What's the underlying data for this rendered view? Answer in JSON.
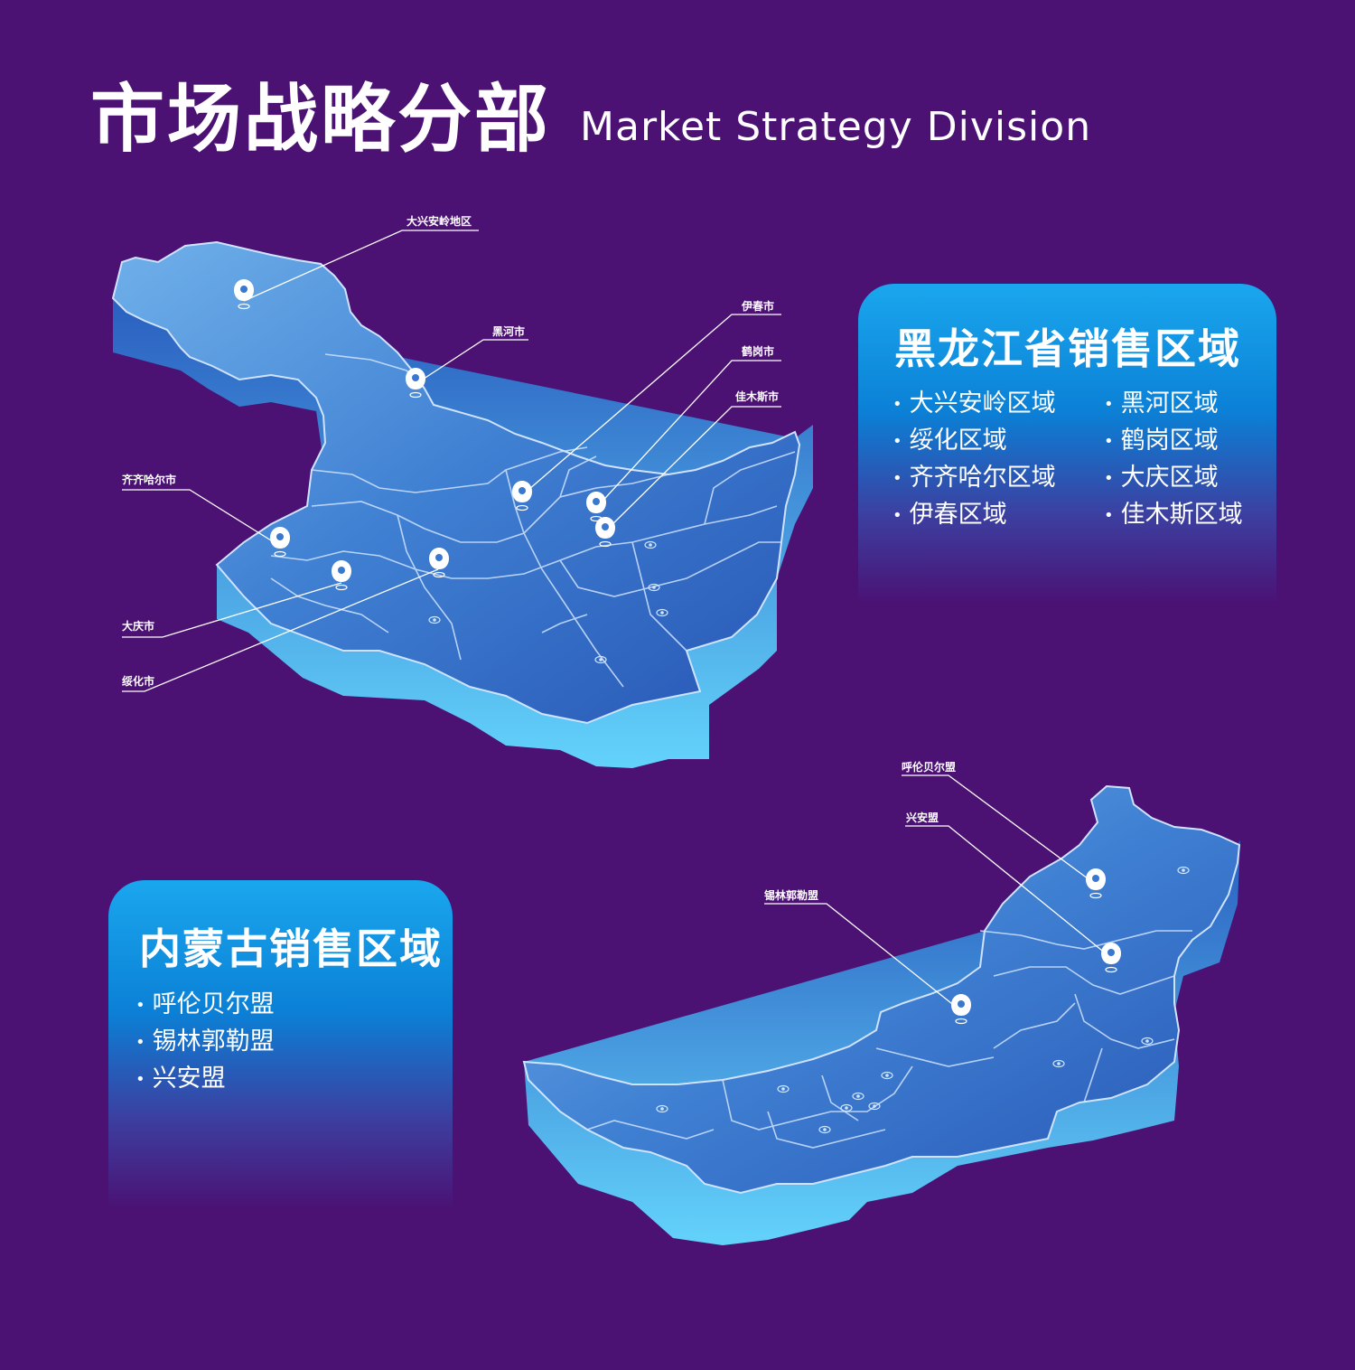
{
  "theme": {
    "background": "#4b1173",
    "map_face": "#3d7fd4",
    "map_side": "#4fc4f4",
    "panel_top": "#1aa7ee"
  },
  "header": {
    "title_cn": "市场战略分部",
    "title_en": "Market Strategy Division"
  },
  "heilongjiang": {
    "panel_title": "黑龙江省销售区域",
    "regions_left": [
      "大兴安岭区域",
      "绥化区域",
      "齐齐哈尔区域",
      "伊春区域"
    ],
    "regions_right": [
      "黑河区域",
      "鹤岗区域",
      "大庆区域",
      "佳木斯区域"
    ],
    "map_labels": {
      "daxinganling": "大兴安岭地区",
      "heihe": "黑河市",
      "yichun": "伊春市",
      "hegang": "鹤岗市",
      "jiamusi": "佳木斯市",
      "qiqihar": "齐齐哈尔市",
      "daqing": "大庆市",
      "suihua": "绥化市"
    }
  },
  "neimenggu": {
    "panel_title": "内蒙古销售区域",
    "regions": [
      "呼伦贝尔盟",
      "锡林郭勒盟",
      "兴安盟"
    ],
    "map_labels": {
      "hulunbuir": "呼伦贝尔盟",
      "xingan": "兴安盟",
      "xilingol": "锡林郭勒盟"
    }
  }
}
